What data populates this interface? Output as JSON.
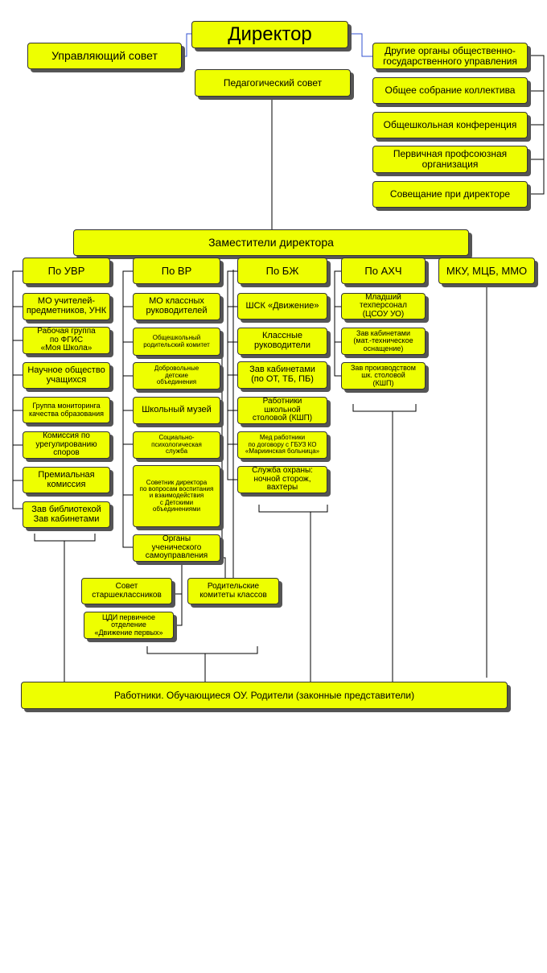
{
  "top": {
    "director": "Директор",
    "board": "Управляющий совет",
    "ped_council": "Педагогический совет"
  },
  "right_bodies": [
    "Другие органы общественно-\nгосударственного управления",
    "Общее собрание коллектива",
    "Общешкольная конференция",
    "Первичная профсоюзная\nорганизация",
    "Совещание при директоре"
  ],
  "deputies": "Заместители директора",
  "departments": [
    "По УВР",
    "По  ВР",
    "По  БЖ",
    "По АХЧ",
    "МКУ, МЦБ, ММО"
  ],
  "uvr_items": [
    "МО учителей-\nпредметников, УНК",
    "Рабочая группа\nпо ФГИС\n«Моя Школа»",
    "Научное общество\nучащихся",
    "Группа мониторинга\nкачества образования",
    "Комиссия по\nурегулированию\nспоров",
    "Премиальная\nкомиссия",
    "Зав библиотекой\nЗав кабинетами"
  ],
  "vr_items": [
    "МО  классных\nруководителей",
    "Общешкольный\nродительский комитет",
    "Добровольные\nдетские\nобъединения",
    "Школьный музей",
    "Социально-\nпсихологическая\nслужба",
    "Советник директора\nпо вопросам воспитания\nи взаимодействия\nс Детскими\nобъединениями",
    "Органы\nученического\nсамоуправления"
  ],
  "vr_sub": [
    "Совет\nстаршеклассников",
    "Родительские\nкомитеты классов",
    "ЦДИ первичное\nотделение\n«Движение первых»"
  ],
  "bzh_items": [
    "ШСК «Движение»",
    "Классные\nруководители",
    "Зав кабинетами\n(по ОТ, ТБ, ПБ)",
    "Работники\nшкольной\nстоловой (КШП)",
    "Мед работники\nпо договору с ГБУЗ КО\n«Мариинская больница»",
    "Служба охраны:\nночной сторож,\nвахтеры"
  ],
  "ahch_items": [
    "Младший\nтехперсонал\n(ЦСОУ УО)",
    "Зав кабинетами\n(мат.-техническое\nоснащение)",
    "Зав производством\nшк. столовой\n(КШП)"
  ],
  "bottom": "Работники.  Обучающиеся ОУ. Родители (законные представители)"
}
